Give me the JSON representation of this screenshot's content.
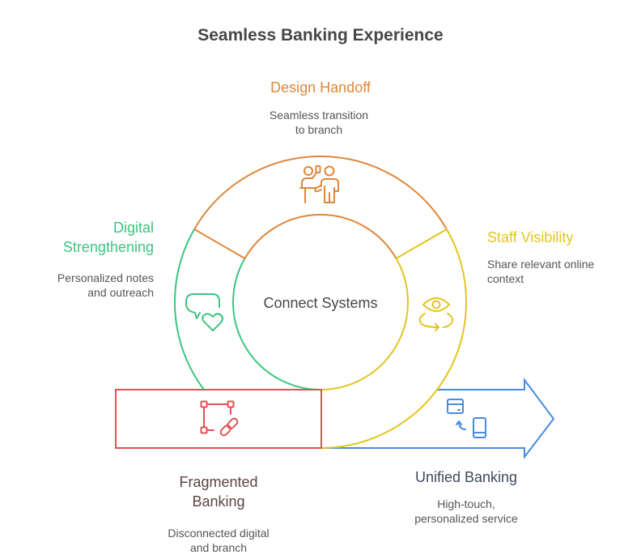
{
  "title": "Seamless Banking Experience",
  "center": {
    "label": "Connect Systems"
  },
  "stages": [
    {
      "id": "design-handoff",
      "title_lines": [
        "Design Handoff"
      ],
      "description_lines": [
        "Seamless transition",
        "to branch"
      ],
      "color": "#E0873A",
      "icon": "presenter-icon"
    },
    {
      "id": "digital-strengthening",
      "title_lines": [
        "Digital",
        "Strengthening"
      ],
      "description_lines": [
        "Personalized notes",
        "and outreach"
      ],
      "color": "#3DC57F",
      "icon": "chat-heart-icon"
    },
    {
      "id": "staff-visibility",
      "title_lines": [
        "Staff Visibility"
      ],
      "description_lines": [
        "Share relevant online",
        "context"
      ],
      "color": "#E3C51F",
      "icon": "eye-rotate-icon"
    }
  ],
  "start": {
    "title_lines": [
      "Fragmented",
      "Banking"
    ],
    "description_lines": [
      "Disconnected digital",
      "and branch"
    ],
    "color": "#E05353",
    "title_color": "#5C4444",
    "icon": "link-square-icon"
  },
  "end": {
    "title_lines": [
      "Unified Banking"
    ],
    "description_lines": [
      "High-touch,",
      "personalized service"
    ],
    "color": "#4B8BDE",
    "title_color": "#3E4A5C",
    "icon": "card-phone-icon"
  }
}
